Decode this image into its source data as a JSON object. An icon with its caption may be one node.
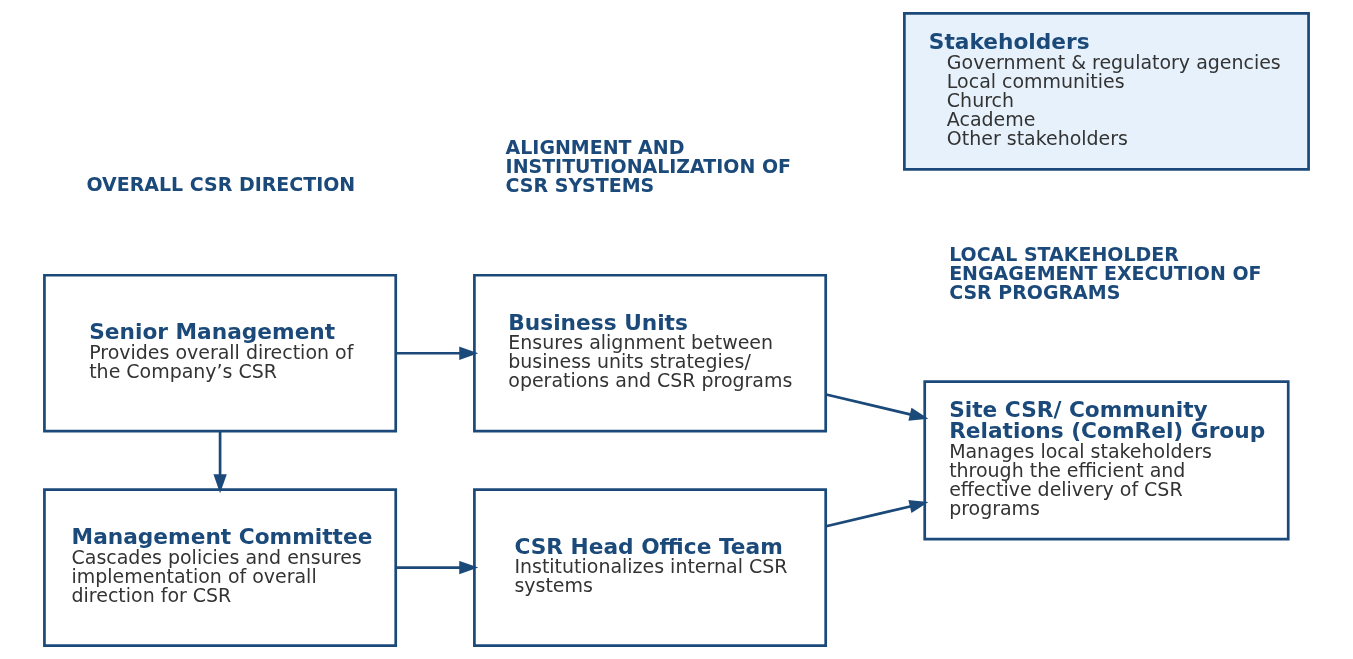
{
  "diagram": {
    "nodes": [
      {
        "text": [
          "Senior Management",
          "Provides overall direction of the Company’s CSR"
        ]
      },
      {
        "text": [
          "Business Units",
          "Ensures alignment between business units strategies/ operations and CSR programs"
        ]
      },
      {
        "text": [
          "Site CSR/ Community Relations (ComRel) Group",
          "Manages local stakeholders through the efficient and effective delivery of CSR programs"
        ]
      },
      {
        "text": [
          "Management Committee",
          "Cascades policies and ensures implementation of overall direction for CSR"
        ]
      },
      {
        "text": [
          "CSR Head Office Team",
          "Institutionalizes internal CSR systems"
        ]
      },
      {
        "text": [
          "Stakeholders",
          "Government & regulatory agencies",
          "Local communities",
          "Church",
          "Academe",
          "Other stakeholders"
        ]
      }
    ],
    "edges": [
      {
        "from": 0,
        "to": 1,
        "arrow": "to"
      },
      {
        "from": 1,
        "to": 2,
        "arrow": "to"
      },
      {
        "from": 0,
        "to": 3,
        "arrow": "to"
      },
      {
        "from": 3,
        "to": 4,
        "arrow": "to"
      },
      {
        "from": 4,
        "to": 2,
        "arrow": "to"
      }
    ],
    "labels": [
      "OVERALL CSR DIRECTION",
      "ALIGNMENT AND INSTITUTIONALIZATION OF CSR SYSTEMS",
      "LOCAL STAKEHOLDER ENGAGEMENT EXECUTION OF CSR PROGRAMS"
    ]
  }
}
